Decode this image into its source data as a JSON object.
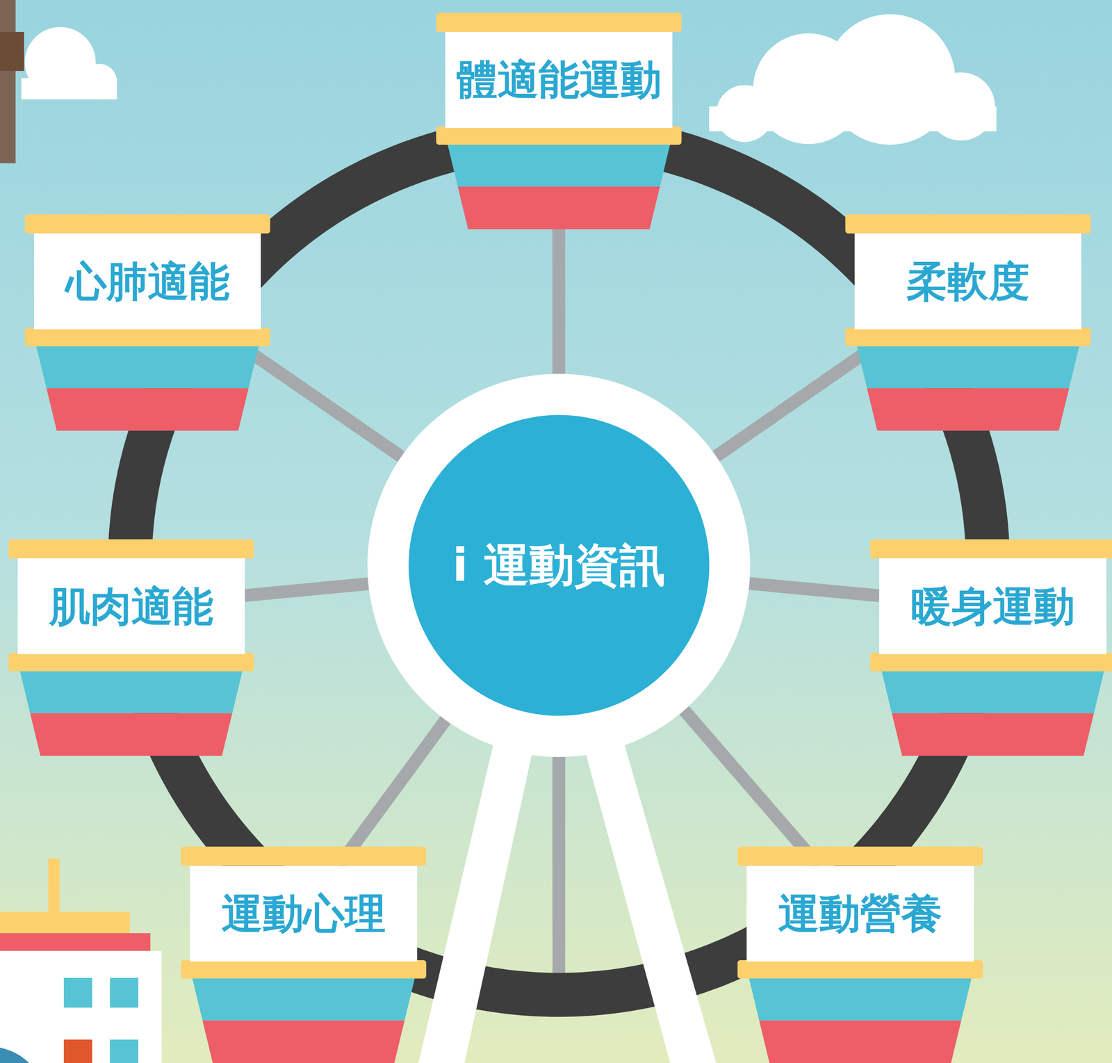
{
  "diagram": {
    "nodes": [
      {
        "text": [
          "體適能運動"
        ]
      },
      {
        "text": [
          "心肺適能"
        ]
      },
      {
        "text": [
          "柔軟度"
        ]
      },
      {
        "text": [
          "肌肉適能"
        ]
      },
      {
        "text": [
          "i 運動資訊"
        ]
      },
      {
        "text": [
          "暖身運動"
        ]
      },
      {
        "text": [
          "運動心理"
        ]
      },
      {
        "text": [
          "運動營養"
        ]
      }
    ],
    "edges": [
      {
        "from": 4,
        "to": 0,
        "arrow": "none"
      },
      {
        "from": 4,
        "to": 1,
        "arrow": "none"
      },
      {
        "from": 4,
        "to": 2,
        "arrow": "none"
      },
      {
        "from": 4,
        "to": 3,
        "arrow": "none"
      },
      {
        "from": 4,
        "to": 5,
        "arrow": "none"
      },
      {
        "from": 4,
        "to": 6,
        "arrow": "none"
      },
      {
        "from": 4,
        "to": 7,
        "arrow": "none"
      }
    ]
  }
}
